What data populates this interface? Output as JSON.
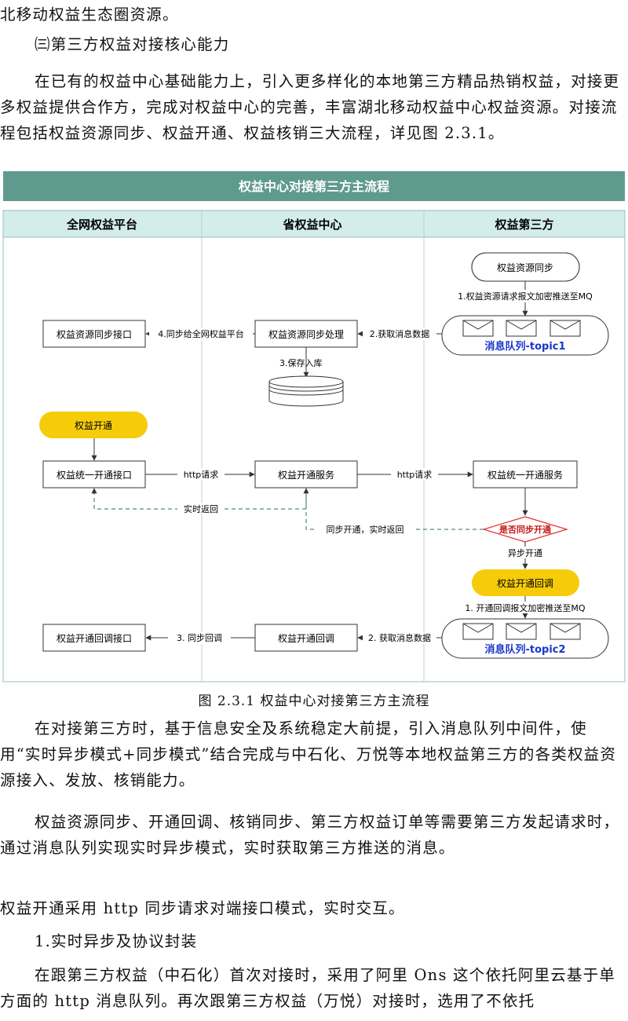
{
  "doc": {
    "line_top": "北移动权益生态圈资源。",
    "section_heading": "㈢第三方权益对接核心能力",
    "para1": "在已有的权益中心基础能力上，引入更多样化的本地第三方精品热销权益，对接更多权益提供合作方，完成对权益中心的完善，丰富湖北移动权益中心权益资源。对接流程包括权益资源同步、权益开通、权益核销三大流程，详见图 2.3.1。",
    "caption": "图 2.3.1 权益中心对接第三方主流程",
    "para2": "在对接第三方时，基于信息安全及系统稳定大前提，引入消息队列中间件，使用“实时异步模式+同步模式”结合完成与中石化、万悦等本地权益第三方的各类权益资源接入、发放、核销能力。",
    "para3": "权益资源同步、开通回调、核销同步、第三方权益订单等需要第三方发起请求时，通过消息队列实现实时异步模式，实时获取第三方推送的消息。",
    "para4": "权益开通采用 http 同步请求对端接口模式，实时交互。",
    "sub_heading": "1.实时异步及协议封装",
    "para5": "在跟第三方权益（中石化）首次对接时，采用了阿里 Ons 这个依托阿里云基于单方面的 http 消息队列。再次跟第三方权益（万悦）对接时，选用了不依托"
  },
  "flowchart": {
    "title": "权益中心对接第三方主流程",
    "lanes": [
      "全网权益平台",
      "省权益中心",
      "权益第三方"
    ],
    "nodes": {
      "res_sync_start": "权益资源同步",
      "res_sync_iface": "权益资源同步接口",
      "res_sync_proc": "权益资源同步处理",
      "mq1": "消息队列-topic1",
      "open_start": "权益开通",
      "open_iface": "权益统一开通接口",
      "open_service": "权益开通服务",
      "unified_open_service": "权益统一开通服务",
      "is_sync": "是否同步开通",
      "callback_start": "权益开通回调",
      "callback_iface": "权益开通回调接口",
      "callback_proc": "权益开通回调",
      "mq2": "消息队列-topic2"
    },
    "edges": {
      "e1": "1.权益资源请求报文加密推送至MQ",
      "e2": "2.获取消息数据",
      "e3": "3.保存入库",
      "e4": "4.同步给全网权益平台",
      "http1": "http请求",
      "http2": "http请求",
      "rt_return": "实时返回",
      "sync_open": "同步开通，实时返回",
      "async_open": "异步开通",
      "cb1": "1. 开通回调报文加密推送至MQ",
      "cb2": "2. 获取消息数据",
      "cb3": "3. 同步回调"
    },
    "colors": {
      "title_bar": "#5f9a8e",
      "lane_header": "#d3ecec",
      "start_node": "#f6cb0a",
      "decision_stroke": "#e03030",
      "decision_text": "#c81818",
      "mq_text": "#1a36c9"
    }
  }
}
